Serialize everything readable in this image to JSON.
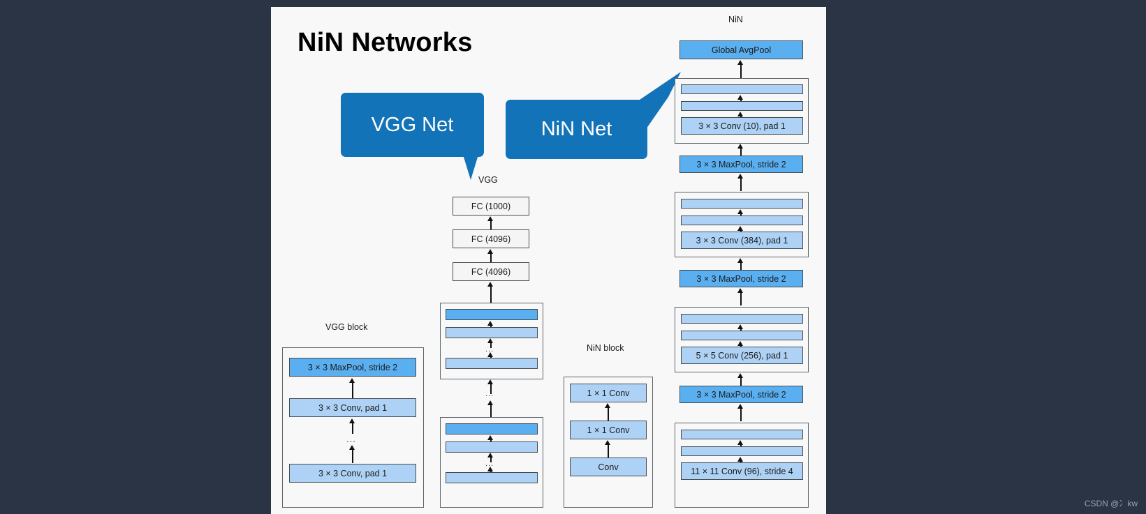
{
  "slide": {
    "title": "NiN Networks",
    "background_color": "#2b3444",
    "canvas_color": "#f8f8f8",
    "accent_color": "#1273b8",
    "node_light_color": "#aed2f5",
    "node_dark_color": "#5aaff0"
  },
  "callouts": {
    "vgg": "VGG Net",
    "nin": "NiN Net"
  },
  "captions": {
    "vgg_block": "VGG block",
    "nin_block": "NiN block",
    "vgg": "VGG",
    "nin": "NiN"
  },
  "vgg_block": {
    "nodes": [
      {
        "label": "3 × 3 MaxPool, stride 2",
        "tone": "dark"
      },
      {
        "label": "3 × 3 Conv, pad 1",
        "tone": "light"
      },
      {
        "label": "...",
        "tone": "ellipsis"
      },
      {
        "label": "3 × 3 Conv, pad 1",
        "tone": "light"
      }
    ]
  },
  "nin_block": {
    "nodes": [
      {
        "label": "1 × 1 Conv",
        "tone": "light"
      },
      {
        "label": "1 × 1 Conv",
        "tone": "light"
      },
      {
        "label": "Conv",
        "tone": "light"
      }
    ]
  },
  "vgg_net": {
    "nodes": [
      {
        "label": "FC (1000)",
        "tone": "white"
      },
      {
        "label": "FC (4096)",
        "tone": "white"
      },
      {
        "label": "FC (4096)",
        "tone": "white"
      }
    ],
    "blocks": [
      {
        "rows": [
          "dark",
          "light",
          "ellipsis",
          "light"
        ]
      },
      {
        "rows": [
          "dark",
          "light",
          "ellipsis",
          "light"
        ]
      }
    ],
    "between_blocks": "..."
  },
  "nin_net": {
    "nodes": [
      {
        "label": "Global AvgPool",
        "tone": "dark",
        "type": "node"
      },
      {
        "label": "3 × 3 Conv (10), pad 1",
        "tone": "light",
        "type": "block"
      },
      {
        "label": "3 × 3 MaxPool, stride 2",
        "tone": "dark",
        "type": "node"
      },
      {
        "label": "3 × 3 Conv (384), pad 1",
        "tone": "light",
        "type": "block"
      },
      {
        "label": "3 × 3 MaxPool, stride 2",
        "tone": "dark",
        "type": "node"
      },
      {
        "label": "5 × 5 Conv (256), pad 1",
        "tone": "light",
        "type": "block"
      },
      {
        "label": "3 × 3 MaxPool, stride 2",
        "tone": "dark",
        "type": "node"
      },
      {
        "label": "11 × 11 Conv (96), stride 4",
        "tone": "light",
        "type": "block"
      }
    ]
  },
  "watermark": "CSDN @冫kw"
}
